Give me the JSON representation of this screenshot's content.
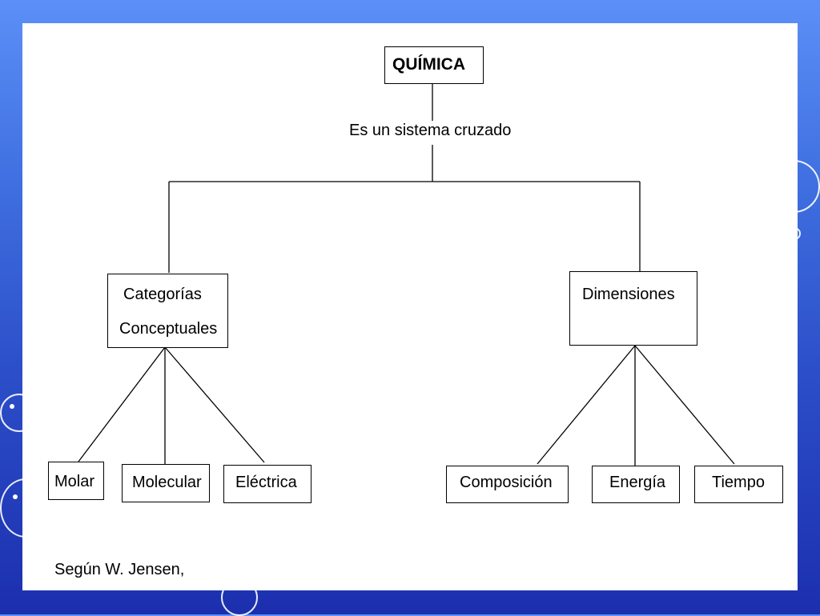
{
  "diagram": {
    "root": {
      "label": "QUÍMICA"
    },
    "connector": {
      "label": "Es  un  sistema  cruzado"
    },
    "branches": [
      {
        "label_line1": "Categorías",
        "label_line2": "Conceptuales",
        "children": [
          "Molar",
          "Molecular",
          "Eléctrica"
        ]
      },
      {
        "label_line1": "Dimensiones",
        "children": [
          "Composición",
          "Energía",
          "Tiempo"
        ]
      }
    ],
    "footer": "Según W. Jensen,"
  },
  "colors": {
    "background_top": "#5c8ff7",
    "background_bottom": "#1c2fae",
    "slide": "#ffffff",
    "lines": "#000000"
  }
}
